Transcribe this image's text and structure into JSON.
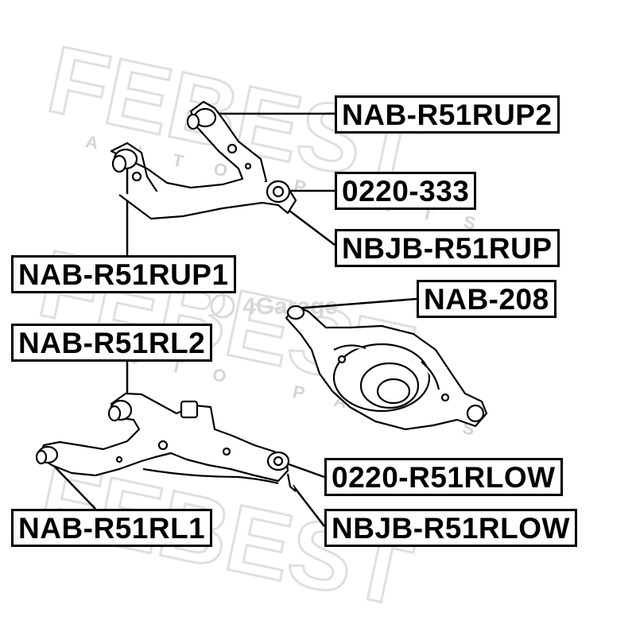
{
  "diagram": {
    "watermark": {
      "brand": "FEBEST",
      "tagline": "AUTO PARTS",
      "site": "4Garage"
    },
    "parts": [
      {
        "id": "nab-r51rup2",
        "label": "NAB-R51RUP2"
      },
      {
        "id": "0220-333",
        "label": "0220-333"
      },
      {
        "id": "nbjb-r51rup",
        "label": "NBJB-R51RUP"
      },
      {
        "id": "nab-r51rup1",
        "label": "NAB-R51RUP1"
      },
      {
        "id": "nab-208",
        "label": "NAB-208"
      },
      {
        "id": "nab-r51rl2",
        "label": "NAB-R51RL2"
      },
      {
        "id": "0220-r51rlow",
        "label": "0220-R51RLOW"
      },
      {
        "id": "nab-r51rl1",
        "label": "NAB-R51RL1"
      },
      {
        "id": "nbjb-r51rlow",
        "label": "NBJB-R51RLOW"
      }
    ]
  }
}
